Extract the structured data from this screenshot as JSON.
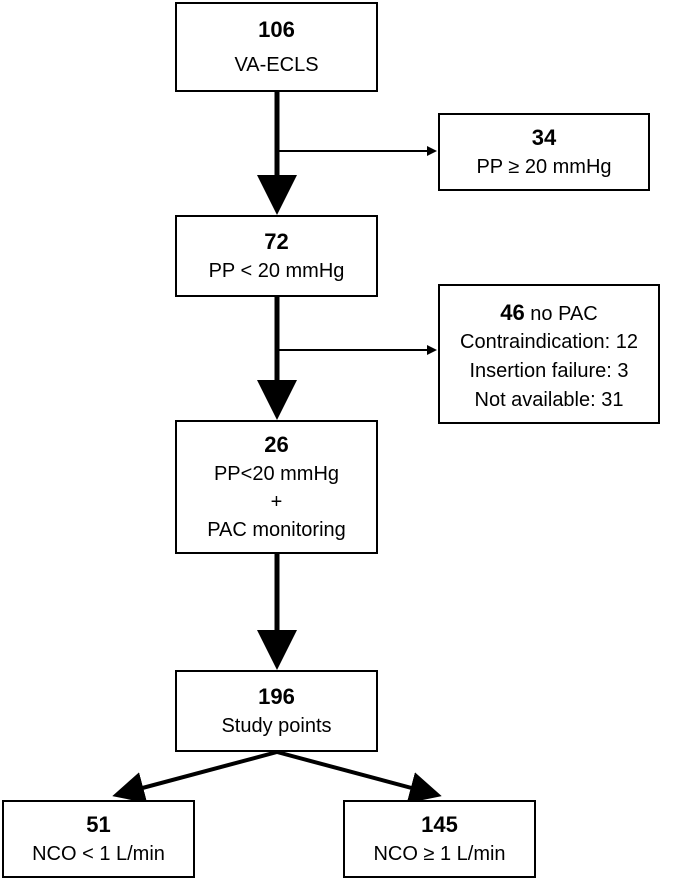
{
  "nodes": {
    "ecls": {
      "count": "106",
      "label": "VA-ECLS"
    },
    "pp_high": {
      "count": "34",
      "label": "PP ≥ 20 mmHg"
    },
    "pp_low": {
      "count": "72",
      "label": "PP < 20 mmHg"
    },
    "no_pac": {
      "count": "46",
      "count_suffix": " no PAC",
      "lines": [
        "Contraindication: 12",
        "Insertion failure: 3",
        "Not available: 31"
      ]
    },
    "pac": {
      "count": "26",
      "lines": [
        "PP<20 mmHg",
        "+",
        "PAC monitoring"
      ]
    },
    "study": {
      "count": "196",
      "label": "Study points"
    },
    "nco_low": {
      "count": "51",
      "label": "NCO < 1 L/min"
    },
    "nco_high": {
      "count": "145",
      "label": "NCO ≥ 1 L/min"
    }
  }
}
